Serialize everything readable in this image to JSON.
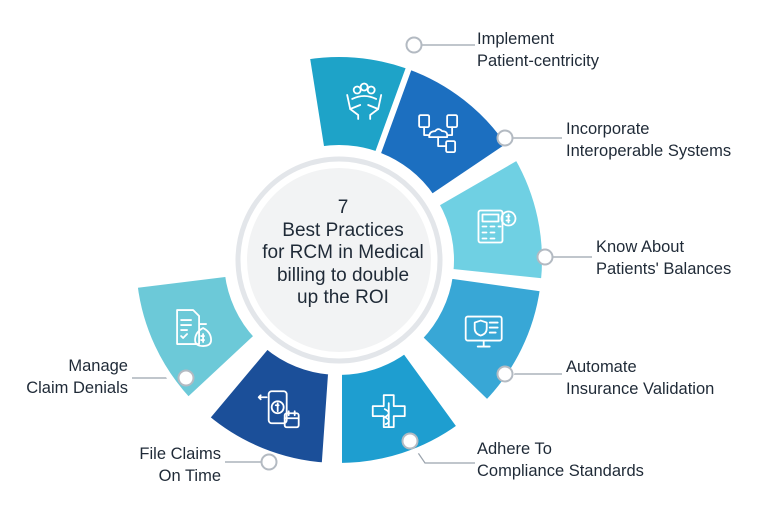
{
  "center": {
    "line1": "7",
    "line2": "Best Practices",
    "line3": "for RCM in Medical",
    "line4": "billing to double",
    "line5": "up the ROI"
  },
  "practices": [
    {
      "line1": "Implement",
      "line2": "Patient-centricity",
      "color": "#1ea3c8",
      "icon": "hands-people-icon"
    },
    {
      "line1": "Incorporate",
      "line2": "Interoperable Systems",
      "color": "#1c6fc0",
      "icon": "network-cloud-icon"
    },
    {
      "line1": "Know About",
      "line2": "Patients' Balances",
      "color": "#6fd0e3",
      "icon": "calculator-dollar-icon"
    },
    {
      "line1": "Automate",
      "line2": "Insurance Validation",
      "color": "#38a7d6",
      "icon": "monitor-shield-icon"
    },
    {
      "line1": "Adhere To",
      "line2": "Compliance Standards",
      "color": "#1e9ed0",
      "icon": "medical-caduceus-icon"
    },
    {
      "line1": "File Claims",
      "line2": "On Time",
      "color": "#1b4f99",
      "icon": "phone-claim-calendar-icon"
    },
    {
      "line1": "Manage",
      "line2": "Claim Denials",
      "color": "#6cc9d8",
      "icon": "document-money-bag-icon"
    }
  ]
}
